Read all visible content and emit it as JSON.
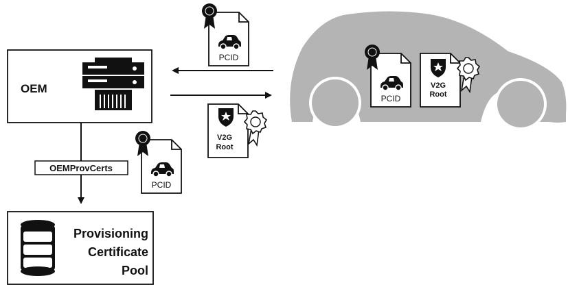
{
  "oem": {
    "label": "OEM"
  },
  "connector": {
    "label": "OEMProvCerts"
  },
  "pool": {
    "line1": "Provisioning",
    "line2": "Certificate",
    "line3": "Pool"
  },
  "documents": {
    "pcid_top": "PCID",
    "pcid_middle": "PCID",
    "pcid_car": "PCID",
    "v2g_middle_line1": "V2G",
    "v2g_middle_line2": "Root",
    "v2g_car_line1": "V2G",
    "v2g_car_line2": "Root"
  },
  "colors": {
    "car_body": "#b4b4b4",
    "line": "#111111",
    "background": "#ffffff"
  }
}
